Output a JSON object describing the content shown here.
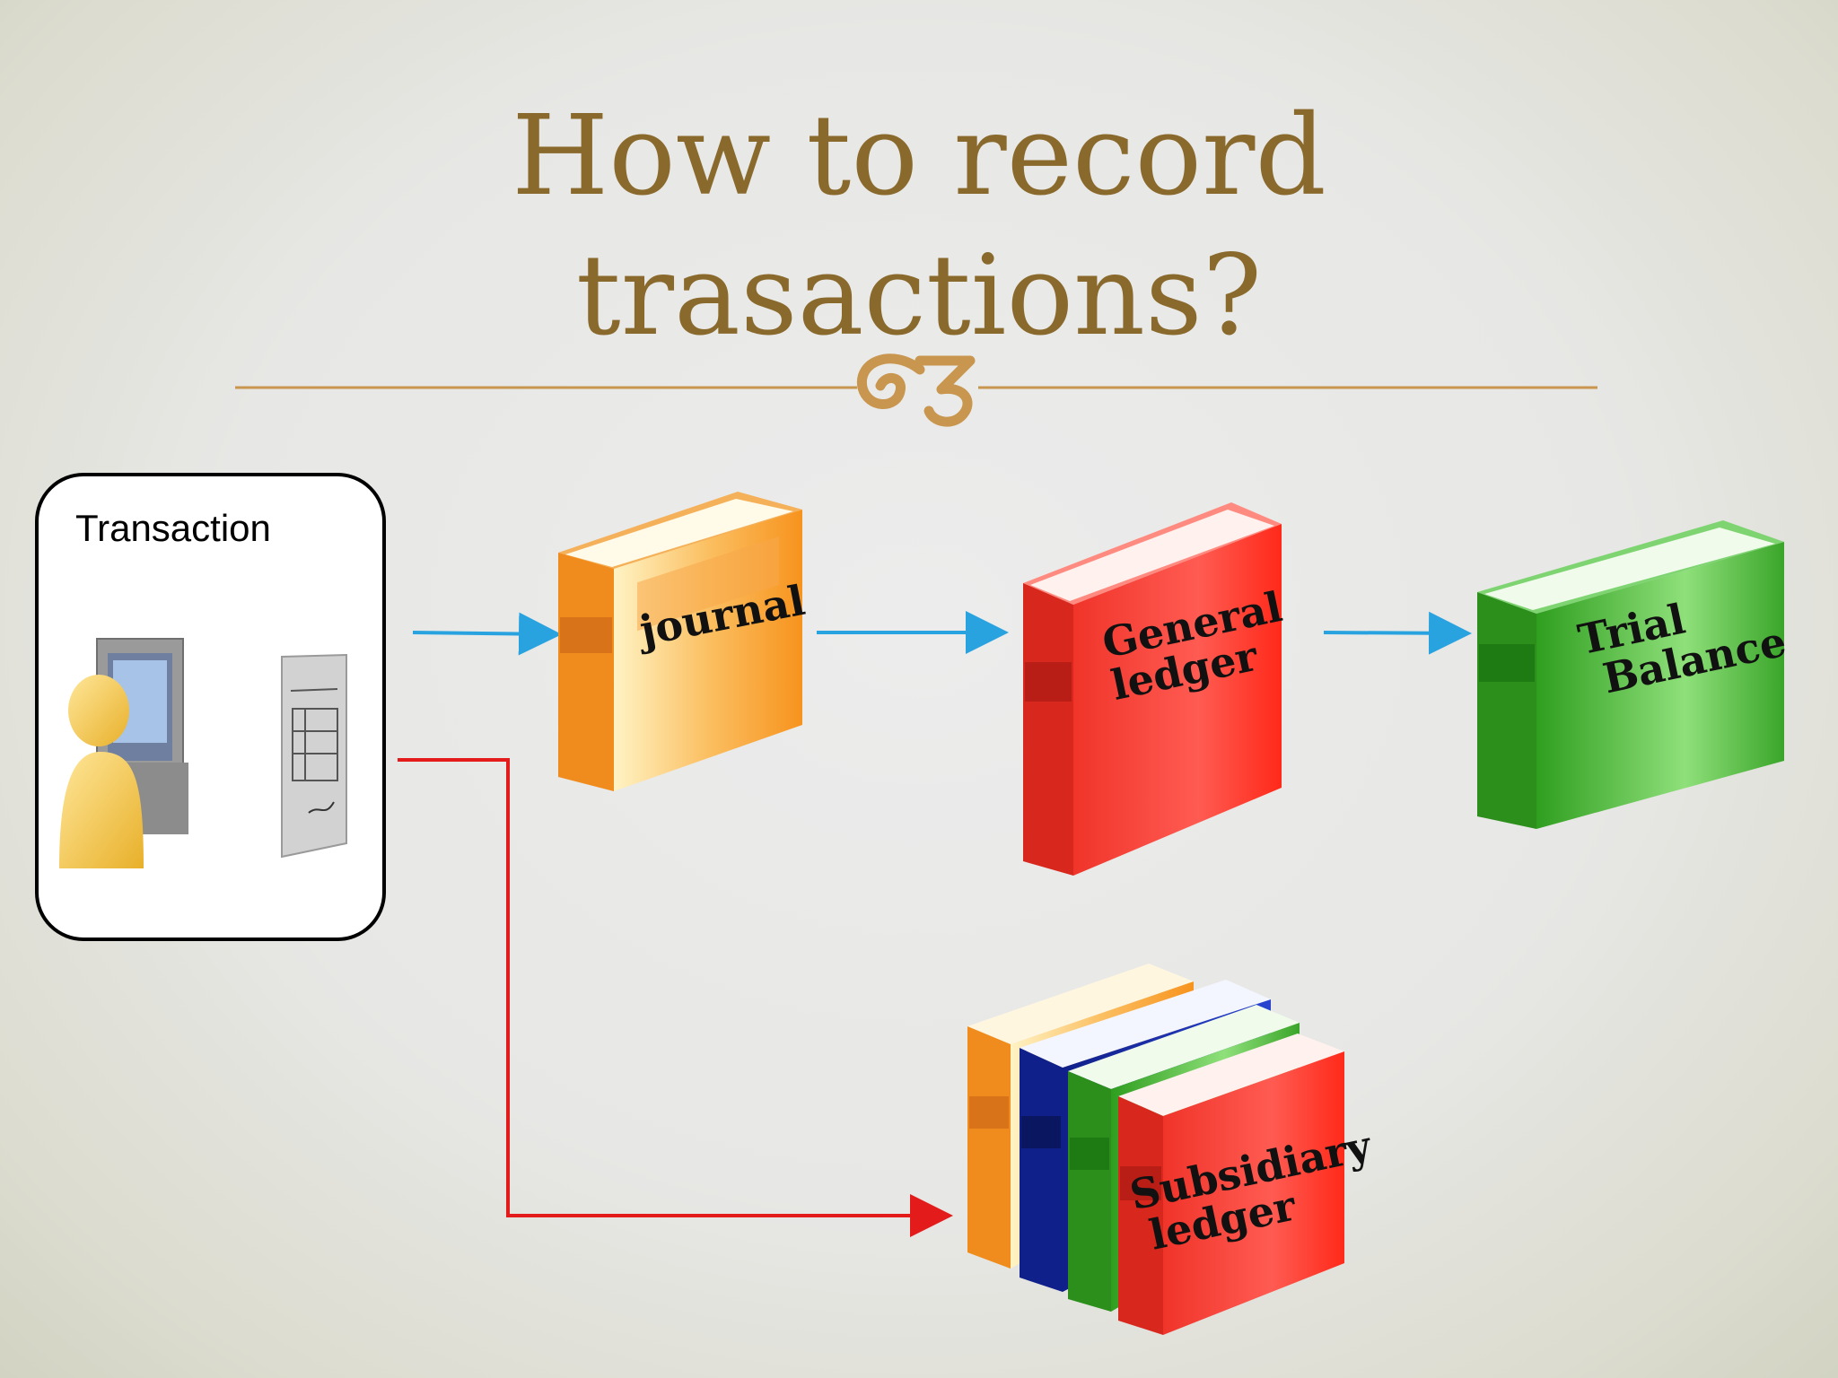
{
  "title": {
    "line1": "How to record",
    "line2": "trasactions?"
  },
  "ornament": {
    "icon": "flourish-icon",
    "color": "#c8964e"
  },
  "transaction_box": {
    "label": "Transaction"
  },
  "books": {
    "journal": {
      "label": "journal",
      "color": "#f39a2e"
    },
    "general_ledger": {
      "label_lines": [
        "General",
        "ledger"
      ],
      "color": "#f03c2c"
    },
    "trial_balance": {
      "label_lines": [
        "Trial",
        "Balance"
      ],
      "color": "#3aa52a"
    },
    "subsidiary_ledger": {
      "label_lines": [
        "Subsidiary",
        "ledger"
      ],
      "colors": [
        "#f39a2e",
        "#1a2fb0",
        "#2f9e2a",
        "#f03c2c"
      ]
    }
  },
  "arrows": {
    "flow_color": "#29a3e0",
    "branch_color": "#e31b1b"
  }
}
